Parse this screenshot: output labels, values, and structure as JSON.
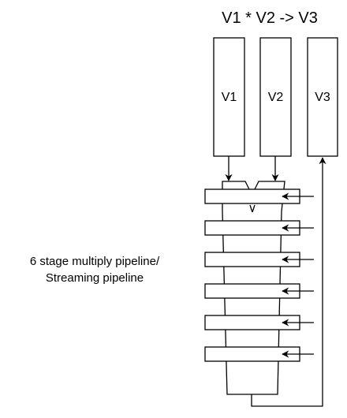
{
  "title": "V1 * V2 -> V3",
  "registers": [
    {
      "id": "v1",
      "label": "V1"
    },
    {
      "id": "v2",
      "label": "V2"
    },
    {
      "id": "v3",
      "label": "V3"
    }
  ],
  "pipeline": {
    "label_line1": "6 stage multiply pipeline/",
    "label_line2": "Streaming pipeline",
    "stage_count": 6
  },
  "colors": {
    "stroke": "#000000",
    "fill": "#ffffff"
  }
}
